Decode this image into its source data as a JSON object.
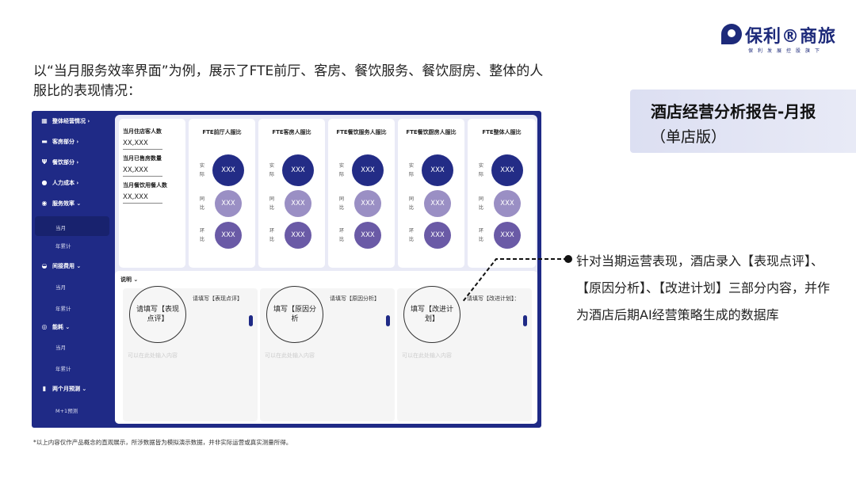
{
  "heading": "以“当月服务效率界面”为例，展示了FTE前厅、客房、餐饮服务、餐饮厨房、整体的人服比的表现情况：",
  "logo": {
    "name": "保利®商旅",
    "tagline": "保利发展控股旗下"
  },
  "banner": {
    "title": "酒店经营分析报告-月报",
    "subtitle": "（单店版）"
  },
  "sidebar": {
    "items": [
      {
        "label": "整体经营情况 ›",
        "icon": "grid-icon"
      },
      {
        "label": "客房部分 ›",
        "icon": "bed-icon"
      },
      {
        "label": "餐饮部分 ›",
        "icon": "fork-knife-icon"
      },
      {
        "label": "人力成本 ›",
        "icon": "person-icon"
      },
      {
        "label": "服务效率 ⌄",
        "icon": "service-icon"
      },
      {
        "label": "当月"
      },
      {
        "label": "年累计"
      },
      {
        "label": "间接费用 ⌄",
        "icon": "cost-icon"
      },
      {
        "label": "当月"
      },
      {
        "label": "年累计"
      },
      {
        "label": "能耗 ⌄",
        "icon": "energy-icon"
      },
      {
        "label": "当月"
      },
      {
        "label": "年累计"
      },
      {
        "label": "两个月预测 ⌄",
        "icon": "bar-chart-icon"
      },
      {
        "label": "M+1预测"
      }
    ]
  },
  "kpis": [
    {
      "label": "当月住店客人数",
      "value": "XX,XXX"
    },
    {
      "label": "当月已售房数量",
      "value": "XX,XXX"
    },
    {
      "label": "当月餐饮用餐人数",
      "value": "XX,XXX"
    }
  ],
  "row_labels": [
    "实际",
    "同比",
    "环比"
  ],
  "fte_cards": [
    {
      "title": "FTE前厅人服比",
      "values": [
        "XXX",
        "XXX",
        "XXX"
      ]
    },
    {
      "title": "FTE客房人服比",
      "values": [
        "XXX",
        "XXX",
        "XXX"
      ]
    },
    {
      "title": "FTE餐饮服务人服比",
      "values": [
        "XXX",
        "XXX",
        "XXX"
      ]
    },
    {
      "title": "FTE餐饮厨房人服比",
      "values": [
        "XXX",
        "XXX",
        "XXX"
      ]
    },
    {
      "title": "FTE整体人服比",
      "values": [
        "XXX",
        "XXX",
        "XXX"
      ]
    }
  ],
  "notes": {
    "label": "说明 ⌄",
    "boxes": [
      {
        "title": "请填写【表现点评】",
        "lens": "请填写【表现点评】",
        "placeholder": "可以在此处输入内容"
      },
      {
        "title": "请填写【原因分析】",
        "lens": "填写【原因分析",
        "placeholder": "可以在此处输入内容"
      },
      {
        "title": "请填写【改进计划】：",
        "lens": "填写【改进计划】",
        "placeholder": "可以在此处输入内容"
      }
    ]
  },
  "annotation": "针对当期运营表现，酒店录入【表现点评】、【原因分析】、【改进计划】三部分内容，并作为酒店后期AI经营策略生成的数据库",
  "footnote": "*以上内容仅作产品概念的直观展示，所涉数据皆为模拟演示数据，并非实际运营或真实测量所得。",
  "colors": {
    "navy": "#1f2a86",
    "actual": "#232c86",
    "yoy": "#9a8fc4",
    "mom": "#6a5aa6"
  }
}
